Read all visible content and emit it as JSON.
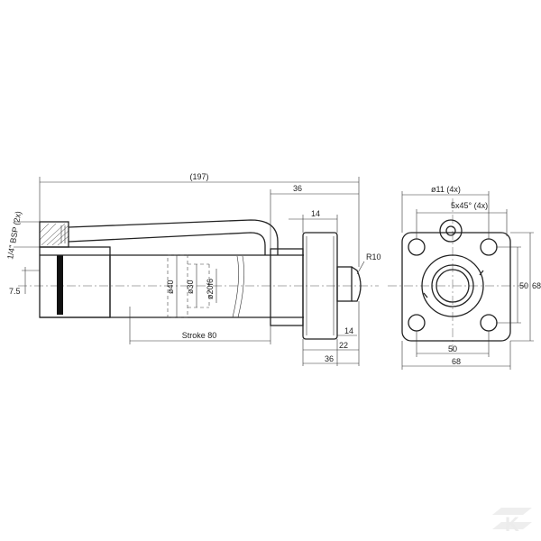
{
  "dimensions": {
    "overall_length": "(197)",
    "dim_36_top": "36",
    "dim_14_top": "14",
    "port_label": "1/4\" BSP (2x)",
    "radius": "R10",
    "dia_40": "ø40",
    "dia_30": "ø30",
    "dia_20": "ø20f6",
    "offset_75": "7.5",
    "stroke": "Stroke 80",
    "dim_14_bottom": "14",
    "dim_22": "22",
    "dim_36_bottom": "36"
  },
  "flange_view": {
    "hole_label": "ø11  (4x)",
    "chamfer_label": "5x45°  (4x)",
    "dim_50_vertical": "50",
    "dim_68_vertical": "68",
    "dim_50_horizontal": "50",
    "dim_68_horizontal": "68"
  },
  "logo": {
    "mark": "K"
  }
}
